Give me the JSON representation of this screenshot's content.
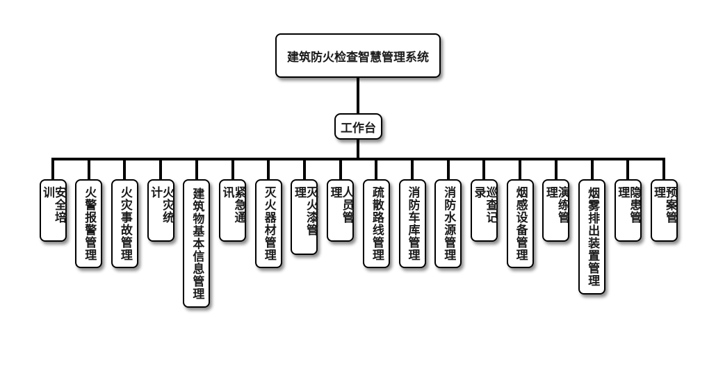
{
  "root": {
    "label": "建筑防火检查智慧管理系统"
  },
  "hub": {
    "label": "工作台"
  },
  "modules": [
    {
      "label": "安全培训"
    },
    {
      "label": "火警报警管理"
    },
    {
      "label": "火灾事故管理"
    },
    {
      "label": "火灾统计"
    },
    {
      "label": "建筑物基本信息管理"
    },
    {
      "label": "紧急通讯"
    },
    {
      "label": "灭火器材管理"
    },
    {
      "label": "灭火漆管理"
    },
    {
      "label": "人员管理"
    },
    {
      "label": "疏散路线管理"
    },
    {
      "label": "消防车库管理"
    },
    {
      "label": "消防水源管理"
    },
    {
      "label": "巡查记录"
    },
    {
      "label": "烟感设备管理"
    },
    {
      "label": "演练管理"
    },
    {
      "label": "烟雾排出装置管理"
    },
    {
      "label": "隐患管理"
    },
    {
      "label": "预案管理"
    }
  ]
}
